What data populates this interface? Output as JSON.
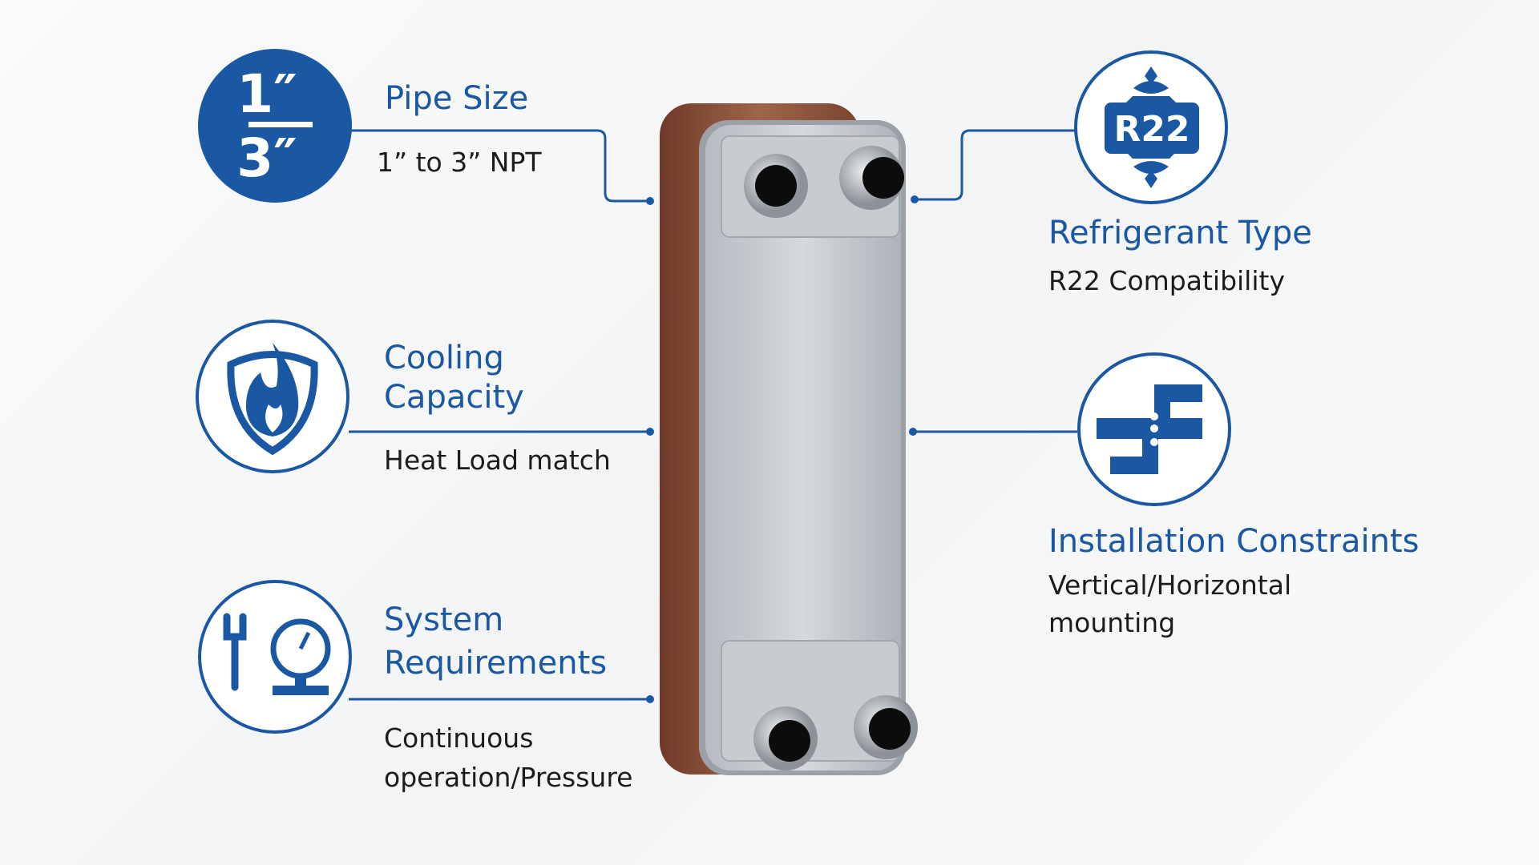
{
  "colors": {
    "accent": "#1b58a3",
    "text": "#1c1c1c",
    "copper": "#8a4e36",
    "steel": "#c9cdd2"
  },
  "features": {
    "pipe_size": {
      "title": "Pipe Size",
      "detail": "1” to 3” NPT",
      "icon": "fraction-1-3-inch-icon",
      "icon_top": "1″",
      "icon_bottom": "3″"
    },
    "cooling": {
      "title_line1": "Cooling",
      "title_line2": "Capacity",
      "detail": "Heat Load match",
      "icon": "flame-shield-icon"
    },
    "system": {
      "title_line1": "System",
      "title_line2": "Requirements",
      "detail_line1": "Continuous",
      "detail_line2": "operation/Pressure",
      "icon": "wrench-gauge-icon"
    },
    "refrigerant": {
      "title": "Refrigerant Type",
      "detail": "R22 Compatibility",
      "icon": "r22-badge-icon",
      "badge": "R22"
    },
    "installation": {
      "title": "Installation Constraints",
      "detail_line1": "Vertical/Horizontal",
      "detail_line2": "mounting",
      "icon": "pipe-orientation-icon"
    }
  }
}
